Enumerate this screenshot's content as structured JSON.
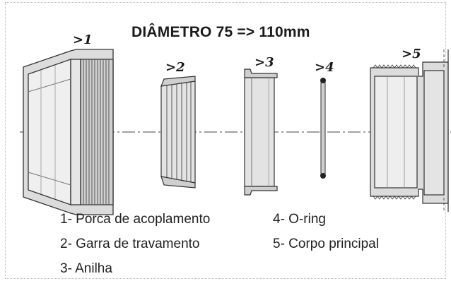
{
  "title": "DIÂMETRO 75 => 110mm",
  "part_labels": [
    ">1",
    ">2",
    ">3",
    ">4",
    ">5"
  ],
  "legend": [
    "1- Porca de acoplamento",
    "2- Garra de travamento",
    "3- Anilha",
    "4- O-ring",
    "5- Corpo principal"
  ],
  "colors": {
    "fill": "#dcdcdc",
    "fill_dark": "#bdbdbd",
    "stroke": "#333333",
    "axis": "#444444",
    "text": "#222222"
  }
}
